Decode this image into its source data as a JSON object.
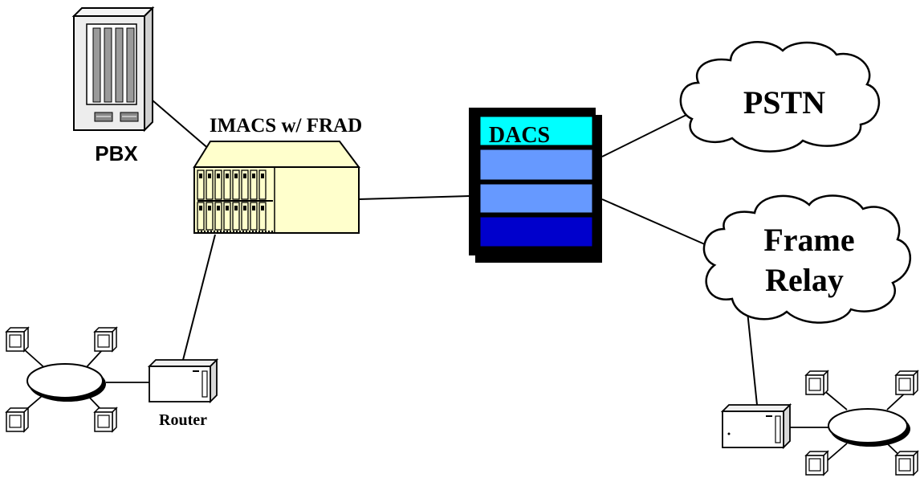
{
  "labels": {
    "pbx": "PBX",
    "imacs": "IMACS w/ FRAD",
    "dacs": "DACS",
    "pstn": "PSTN",
    "frame_relay_line1": "Frame",
    "frame_relay_line2": "Relay",
    "router": "Router"
  },
  "colors": {
    "imacs_body": "#FFFFCC",
    "dacs_header": "#00FFFF",
    "dacs_slot": "#6699FF",
    "dacs_bottom": "#0000CC",
    "pbx_body": "#E8E8E8",
    "pbx_slot": "#9A9A9A"
  },
  "icons": {
    "pbx": "pbx-cabinet-icon",
    "imacs": "imacs-chassis-icon",
    "dacs": "dacs-rack-icon",
    "pstn": "pstn-cloud-icon",
    "frame_relay": "frame-relay-cloud-icon",
    "router": "router-box-icon",
    "lan": "lan-ring-icon"
  }
}
